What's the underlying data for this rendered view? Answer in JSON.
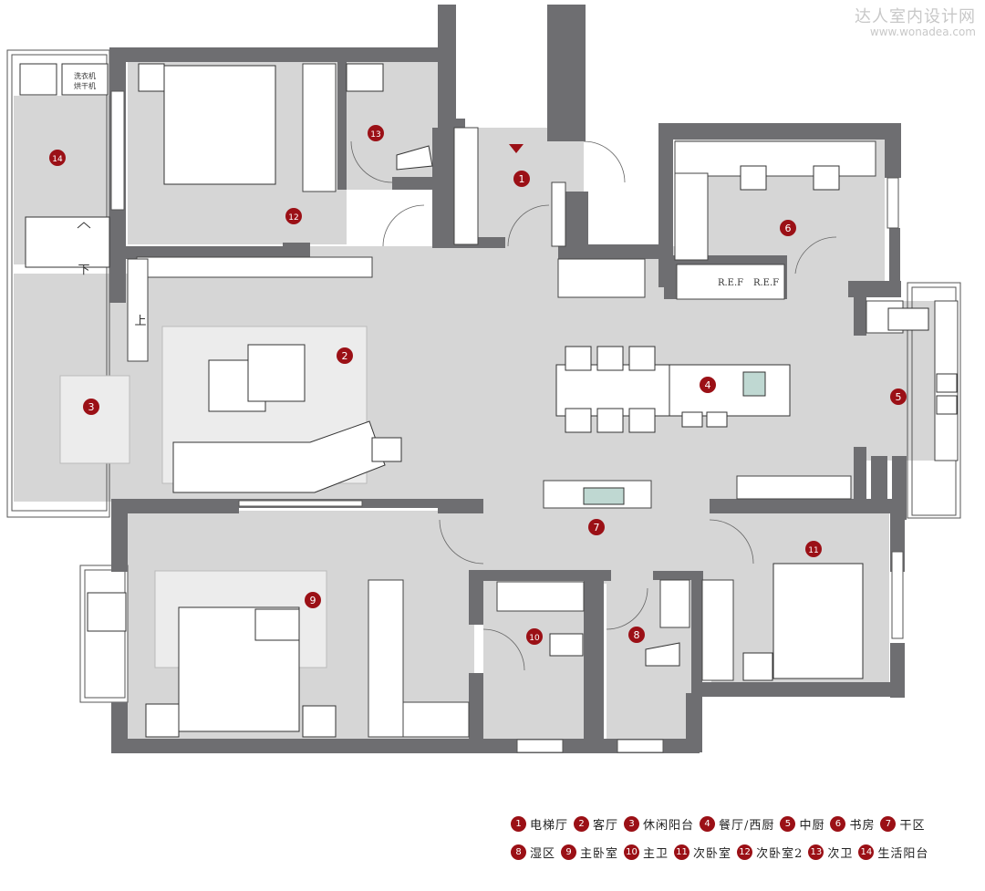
{
  "watermark": {
    "cn": "达人室内设计网",
    "url": "www.wonadea.com"
  },
  "fixtures": {
    "washer": [
      "洗衣机",
      "烘干机"
    ],
    "ref": [
      "R.E.F",
      "R.E.F"
    ],
    "stairs": {
      "up": "上",
      "down": "下"
    }
  },
  "rooms": [
    {
      "id": "1",
      "name": "电梯厅"
    },
    {
      "id": "2",
      "name": "客厅"
    },
    {
      "id": "3",
      "name": "休闲阳台"
    },
    {
      "id": "4",
      "name": "餐厅/西厨"
    },
    {
      "id": "5",
      "name": "中厨"
    },
    {
      "id": "6",
      "name": "书房"
    },
    {
      "id": "7",
      "name": "干区"
    },
    {
      "id": "8",
      "name": "湿区"
    },
    {
      "id": "9",
      "name": "主卧室"
    },
    {
      "id": "10",
      "name": "主卫"
    },
    {
      "id": "11",
      "name": "次卧室"
    },
    {
      "id": "12",
      "name": "次卧室2"
    },
    {
      "id": "13",
      "name": "次卫"
    },
    {
      "id": "14",
      "name": "生活阳台"
    }
  ],
  "colors": {
    "badge": "#9b1016",
    "wall": "#6e6e71",
    "floor": "#d4d4d4"
  }
}
